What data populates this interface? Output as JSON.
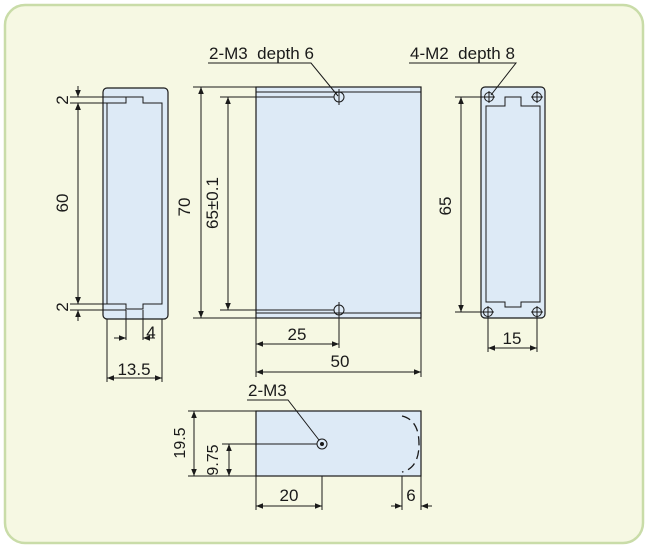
{
  "colors": {
    "panel_fill": "#f6f8e3",
    "panel_border": "#c9dca8",
    "part_fill": "#ddeaf6",
    "line": "#1a1a1a"
  },
  "side_view": {
    "dim_top": "2",
    "dim_height": "60",
    "dim_bottom": "2",
    "dim_slot": "4",
    "dim_width": "13.5"
  },
  "front_view": {
    "label_holes": "2-M3  depth 6",
    "dim_height": "70",
    "dim_pitch": "65±0.1",
    "dim_half": "25",
    "dim_width": "50"
  },
  "end_view": {
    "label_holes": "4-M2  depth 8",
    "dim_height": "65",
    "dim_width": "15"
  },
  "bottom_view": {
    "label_hole": "2-M3",
    "dim_height": "19.5",
    "dim_half": "9.75",
    "dim_offset": "20",
    "dim_edge": "6"
  }
}
